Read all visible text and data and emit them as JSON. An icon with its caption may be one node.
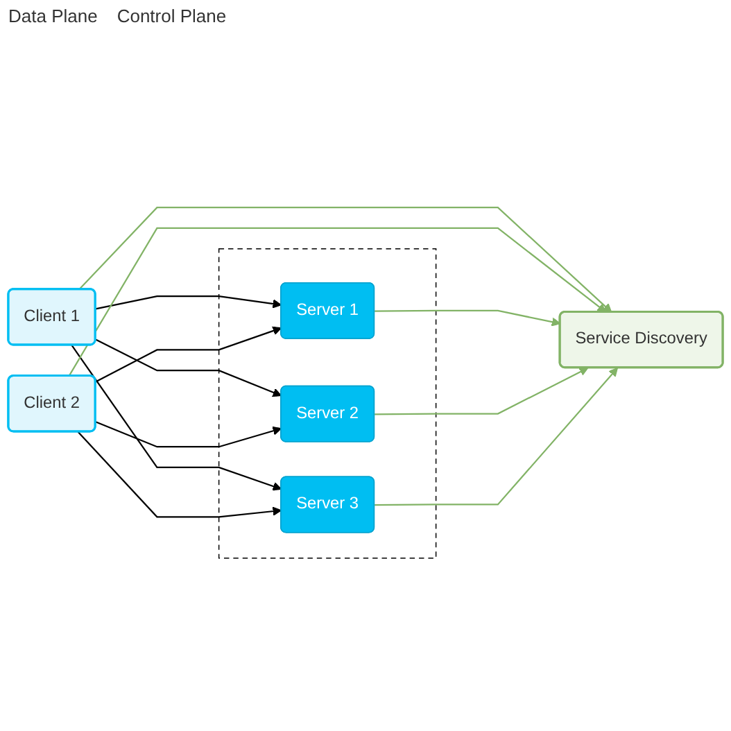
{
  "diagram": {
    "nodes": [
      {
        "text": [
          "Client 1"
        ]
      },
      {
        "text": [
          "Client 2"
        ]
      },
      {
        "text": [],
        "shape": "box"
      },
      {
        "text": [
          "Server 1"
        ],
        "in": 2
      },
      {
        "text": [
          "Server 2"
        ],
        "in": 2
      },
      {
        "text": [
          "Server 3"
        ],
        "in": 2
      },
      {
        "text": [
          "Service Discovery"
        ]
      }
    ],
    "edges": [
      {
        "from": 0,
        "to": 3,
        "arrow": "to"
      },
      {
        "from": 0,
        "to": 4,
        "arrow": "to"
      },
      {
        "from": 0,
        "to": 5,
        "arrow": "to"
      },
      {
        "from": 1,
        "to": 3,
        "arrow": "to"
      },
      {
        "from": 1,
        "to": 4,
        "arrow": "to"
      },
      {
        "from": 1,
        "to": 5,
        "arrow": "to"
      },
      {
        "from": 0,
        "to": 6,
        "arrow": "to",
        "color": "#82b366"
      },
      {
        "from": 1,
        "to": 6,
        "arrow": "to",
        "color": "#82b366"
      },
      {
        "from": 3,
        "to": 6,
        "arrow": "to",
        "color": "#82b366"
      },
      {
        "from": 4,
        "to": 6,
        "arrow": "to",
        "color": "#82b366"
      },
      {
        "from": 5,
        "to": 6,
        "arrow": "to",
        "color": "#82b366"
      }
    ],
    "labels": [
      "Data Plane",
      "Control Plane"
    ]
  }
}
